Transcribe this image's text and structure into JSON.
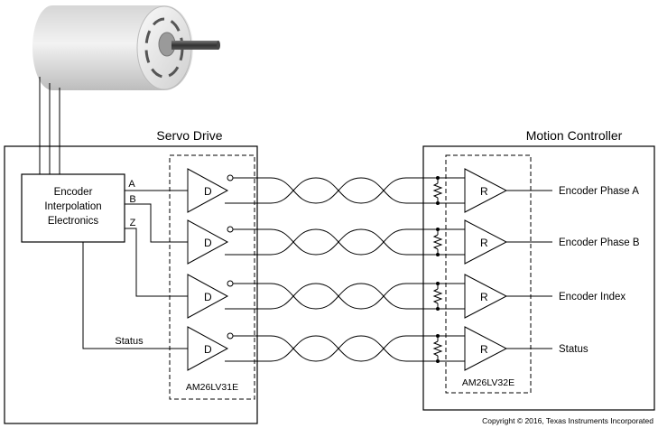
{
  "servo_drive": {
    "title": "Servo Drive",
    "chip": "AM26LV31E"
  },
  "motion_controller": {
    "title": "Motion Controller",
    "chip": "AM26LV32E"
  },
  "encoder_block": {
    "line1": "Encoder",
    "line2": "Interpolation",
    "line3": "Electronics"
  },
  "driver_label": "D",
  "receiver_label": "R",
  "signals": [
    {
      "input": "A",
      "output": "Encoder Phase A"
    },
    {
      "input": "B",
      "output": "Encoder Phase B"
    },
    {
      "input": "Z",
      "output": "Encoder Index"
    },
    {
      "input": "Status",
      "output": "Status"
    }
  ],
  "copyright": "Copyright © 2016, Texas Instruments Incorporated"
}
